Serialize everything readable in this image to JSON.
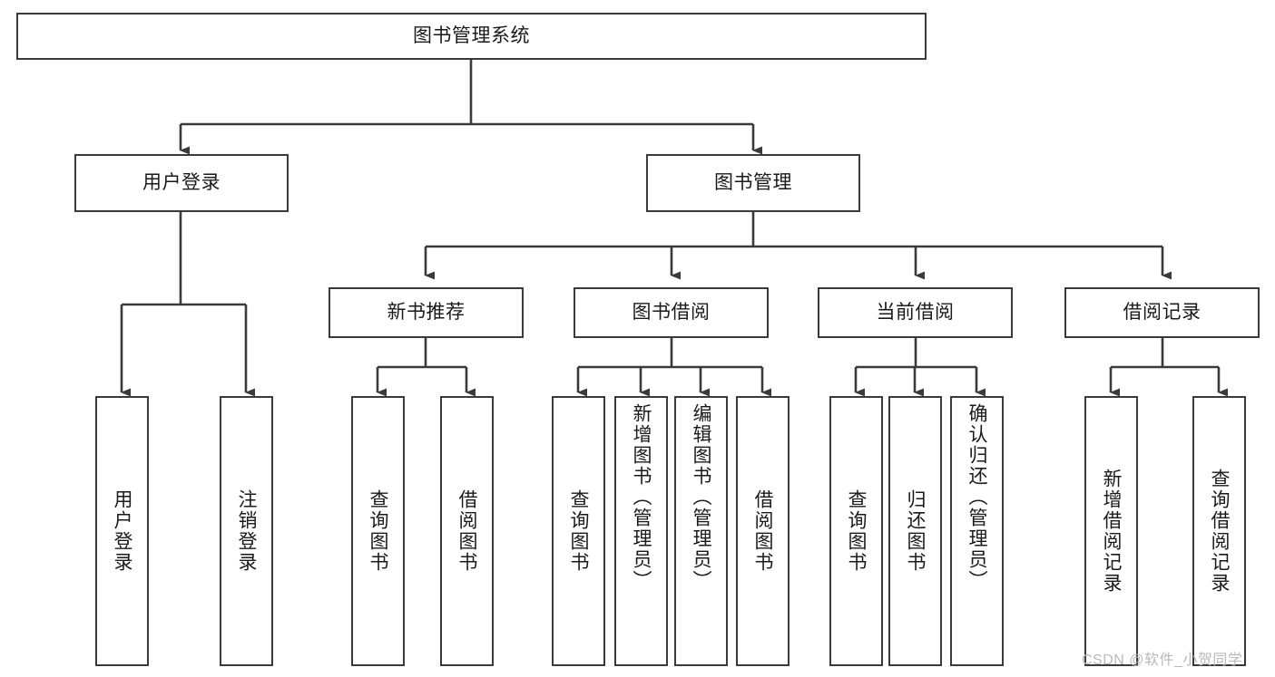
{
  "diagram": {
    "title": "图书管理系统",
    "type": "tree-hierarchy-chart",
    "colors": {
      "box_border": "#3a3a3a",
      "box_fill": "#ffffff",
      "connector": "#3a3a3a",
      "text": "#1a1a1a",
      "watermark": "#b9b9b9",
      "background": "#ffffff"
    },
    "root": {
      "label": "图书管理系统"
    },
    "level1": [
      {
        "label": "用户登录"
      },
      {
        "label": "图书管理"
      }
    ],
    "level2": [
      {
        "label": "新书推荐"
      },
      {
        "label": "图书借阅"
      },
      {
        "label": "当前借阅"
      },
      {
        "label": "借阅记录"
      }
    ],
    "leaves": {
      "user_login": [
        {
          "label": "用户登录"
        },
        {
          "label": "注销登录"
        }
      ],
      "new_book_recommend": [
        {
          "label": "查询图书"
        },
        {
          "label": "借阅图书"
        }
      ],
      "book_borrow": [
        {
          "label": "查询图书"
        },
        {
          "label": "新增图书（管理员）"
        },
        {
          "label": "编辑图书（管理员）"
        },
        {
          "label": "借阅图书"
        }
      ],
      "current_borrow": [
        {
          "label": "查询图书"
        },
        {
          "label": "归还图书"
        },
        {
          "label": "确认归还（管理员）"
        }
      ],
      "borrow_record": [
        {
          "label": "新增借阅记录"
        },
        {
          "label": "查询借阅记录"
        }
      ]
    }
  },
  "watermark": {
    "text": "CSDN @软件_小贺同学"
  }
}
